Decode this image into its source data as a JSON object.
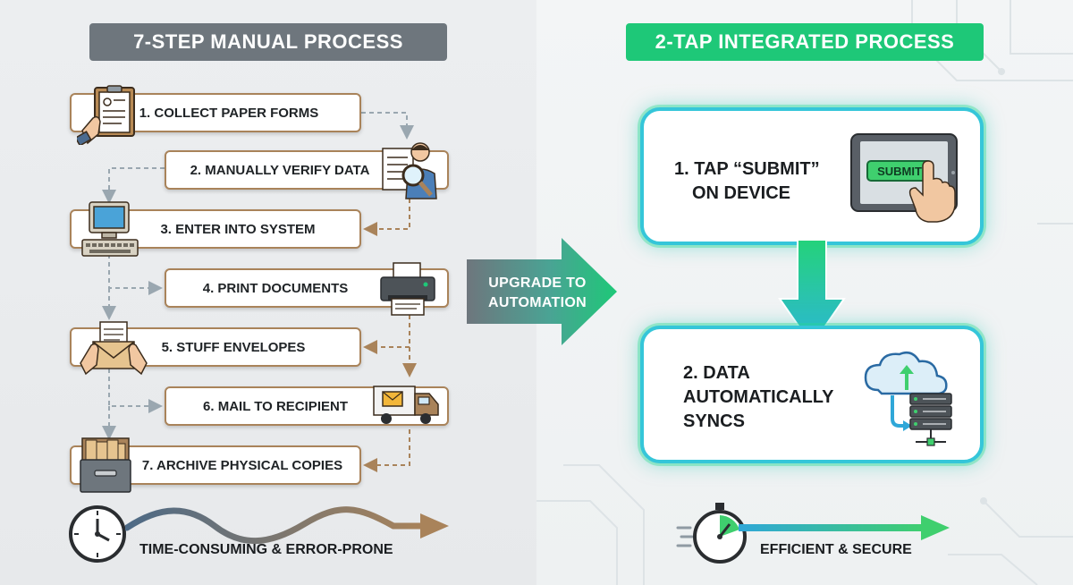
{
  "left": {
    "title": "7-STEP MANUAL PROCESS",
    "steps": [
      {
        "label": "1. COLLECT PAPER FORMS"
      },
      {
        "label": "2. MANUALLY VERIFY DATA"
      },
      {
        "label": "3. ENTER INTO SYSTEM"
      },
      {
        "label": "4. PRINT DOCUMENTS"
      },
      {
        "label": "5. STUFF ENVELOPES"
      },
      {
        "label": "6. MAIL TO RECIPIENT"
      },
      {
        "label": "7. ARCHIVE PHYSICAL COPIES"
      }
    ],
    "footer": "TIME-CONSUMING & ERROR-PRONE"
  },
  "middle": {
    "line1": "UPGRADE TO",
    "line2": "AUTOMATION"
  },
  "right": {
    "title": "2-TAP INTEGRATED PROCESS",
    "card1": {
      "line1": "1. TAP “SUBMIT”",
      "line2": "ON DEVICE",
      "button": "SUBMIT"
    },
    "card2": {
      "line1": "2. DATA",
      "line2": "AUTOMATICALLY",
      "line3": "SYNCS"
    },
    "footer": "EFFICIENT & SECURE"
  },
  "colors": {
    "manual_border": "#a9835a",
    "manual_title": "#6e767d",
    "integrated_title": "#1ec878",
    "card_glow": "#35c6d9"
  }
}
